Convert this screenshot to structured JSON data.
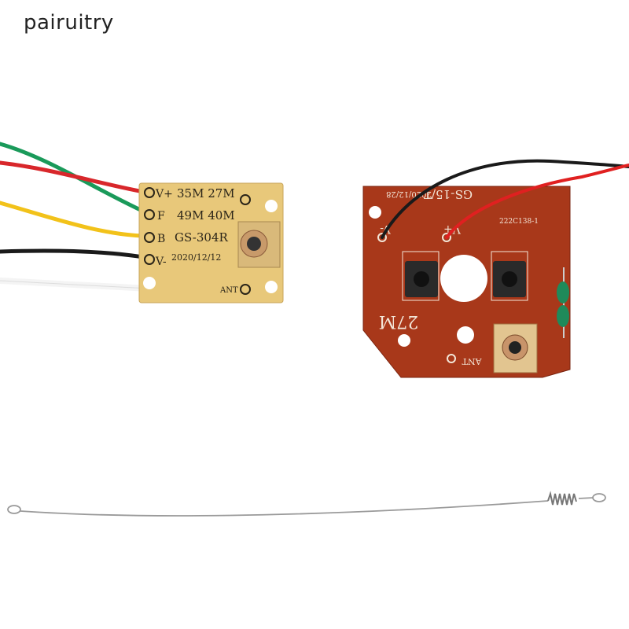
{
  "watermark": "pairuitry",
  "receiver_board": {
    "pins": [
      "V+",
      "F",
      "B",
      "V-"
    ],
    "line1": "35M 27M",
    "line2": "49M 40M",
    "model": "GS-304R",
    "date": "2020/12/12",
    "ant_label": "ANT",
    "board_color": "#e8c87a",
    "wire_colors": [
      "#d8272b",
      "#1a9a5a",
      "#f2c21a",
      "#1a1a1a",
      "#f4f4f4"
    ]
  },
  "transmitter_board": {
    "model": "GS-15/T",
    "date": "2020/12/28",
    "part_no": "222C138-1",
    "freq": "27M",
    "ant_label": "ANT",
    "v_minus": "V-",
    "v_plus": "V+",
    "board_color": "#a8381a"
  }
}
